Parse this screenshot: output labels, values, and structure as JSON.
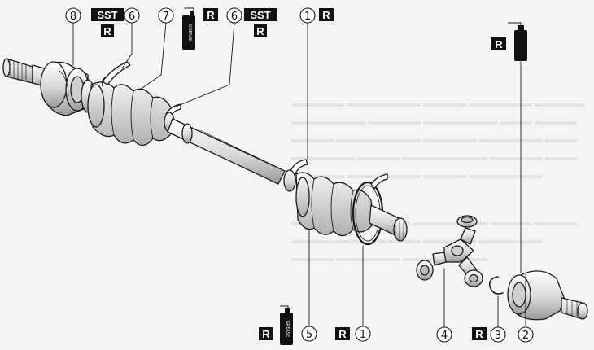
{
  "callouts": [
    {
      "id": "8",
      "label": "8"
    },
    {
      "id": "6a",
      "label": "6"
    },
    {
      "id": "7",
      "label": "7"
    },
    {
      "id": "6b",
      "label": "6"
    },
    {
      "id": "1a",
      "label": "1"
    },
    {
      "id": "5",
      "label": "5"
    },
    {
      "id": "1b",
      "label": "1"
    },
    {
      "id": "4",
      "label": "4"
    },
    {
      "id": "3",
      "label": "3"
    },
    {
      "id": "2",
      "label": "2"
    }
  ],
  "tags": {
    "sst": "SST",
    "replace": "R"
  },
  "grease": {
    "label": "GREASE"
  },
  "colors": {
    "line": "#1a1a1a",
    "tag_bg": "#111111",
    "tag_text": "#ffffff",
    "paper": "#f4f4f2"
  }
}
